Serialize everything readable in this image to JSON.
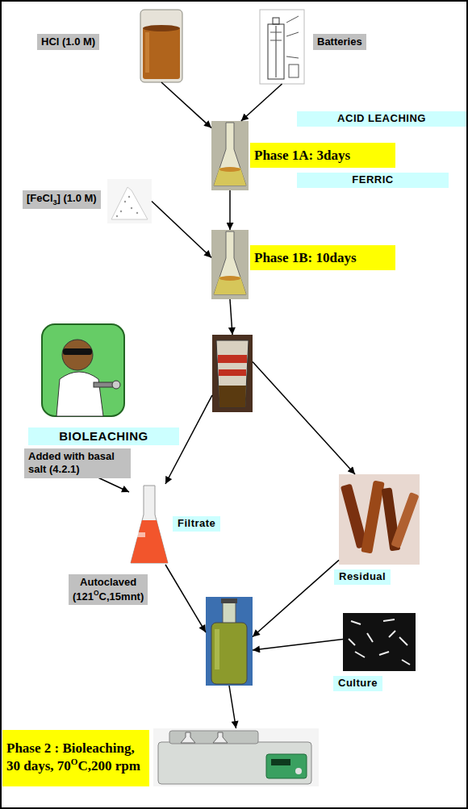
{
  "diagram": {
    "nodes": [
      {
        "text": [
          "HCl (1.0 M)"
        ]
      },
      {
        "text": [
          "Batteries"
        ]
      },
      {
        "text": [
          "ACID LEACHING"
        ]
      },
      {
        "text": [
          "Phase 1A: 3days"
        ]
      },
      {
        "text": [
          "FERRIC"
        ]
      },
      {
        "text": [
          "[FeCl",
          "3",
          "] (1.0 M)"
        ]
      },
      {
        "text": [
          "Phase 1B: 10days"
        ]
      },
      {
        "text": [
          "BIOLEACHING"
        ]
      },
      {
        "text": [
          "Added with basal salt (4.2.1)"
        ]
      },
      {
        "text": [
          "Filtrate"
        ]
      },
      {
        "text": [
          "Residual"
        ]
      },
      {
        "text": [
          "Autoclaved",
          "(121",
          "O",
          "C,15mnt)"
        ]
      },
      {
        "text": [
          "Culture"
        ]
      },
      {
        "text": [
          "Phase 2 : Bioleaching, 30 days, 70",
          "O",
          "C,200 rpm"
        ]
      }
    ],
    "edges": [
      {
        "from": 0,
        "to": 3,
        "arrow": "to"
      },
      {
        "from": 1,
        "to": 3,
        "arrow": "to"
      },
      {
        "from": 3,
        "to": 6,
        "arrow": "to"
      },
      {
        "from": 5,
        "to": 6,
        "arrow": "to"
      },
      {
        "from": 6,
        "to": 7,
        "arrow": "to"
      },
      {
        "from": 7,
        "to": 9,
        "arrow": "to"
      },
      {
        "from": 7,
        "to": 10,
        "arrow": "to"
      },
      {
        "from": 8,
        "to": 9,
        "arrow": "to"
      },
      {
        "from": 9,
        "to": 11,
        "arrow": "to"
      },
      {
        "from": 10,
        "to": 11,
        "arrow": "to"
      },
      {
        "from": 12,
        "to": 11,
        "arrow": "to"
      },
      {
        "from": 11,
        "to": 13,
        "arrow": "to"
      }
    ]
  }
}
